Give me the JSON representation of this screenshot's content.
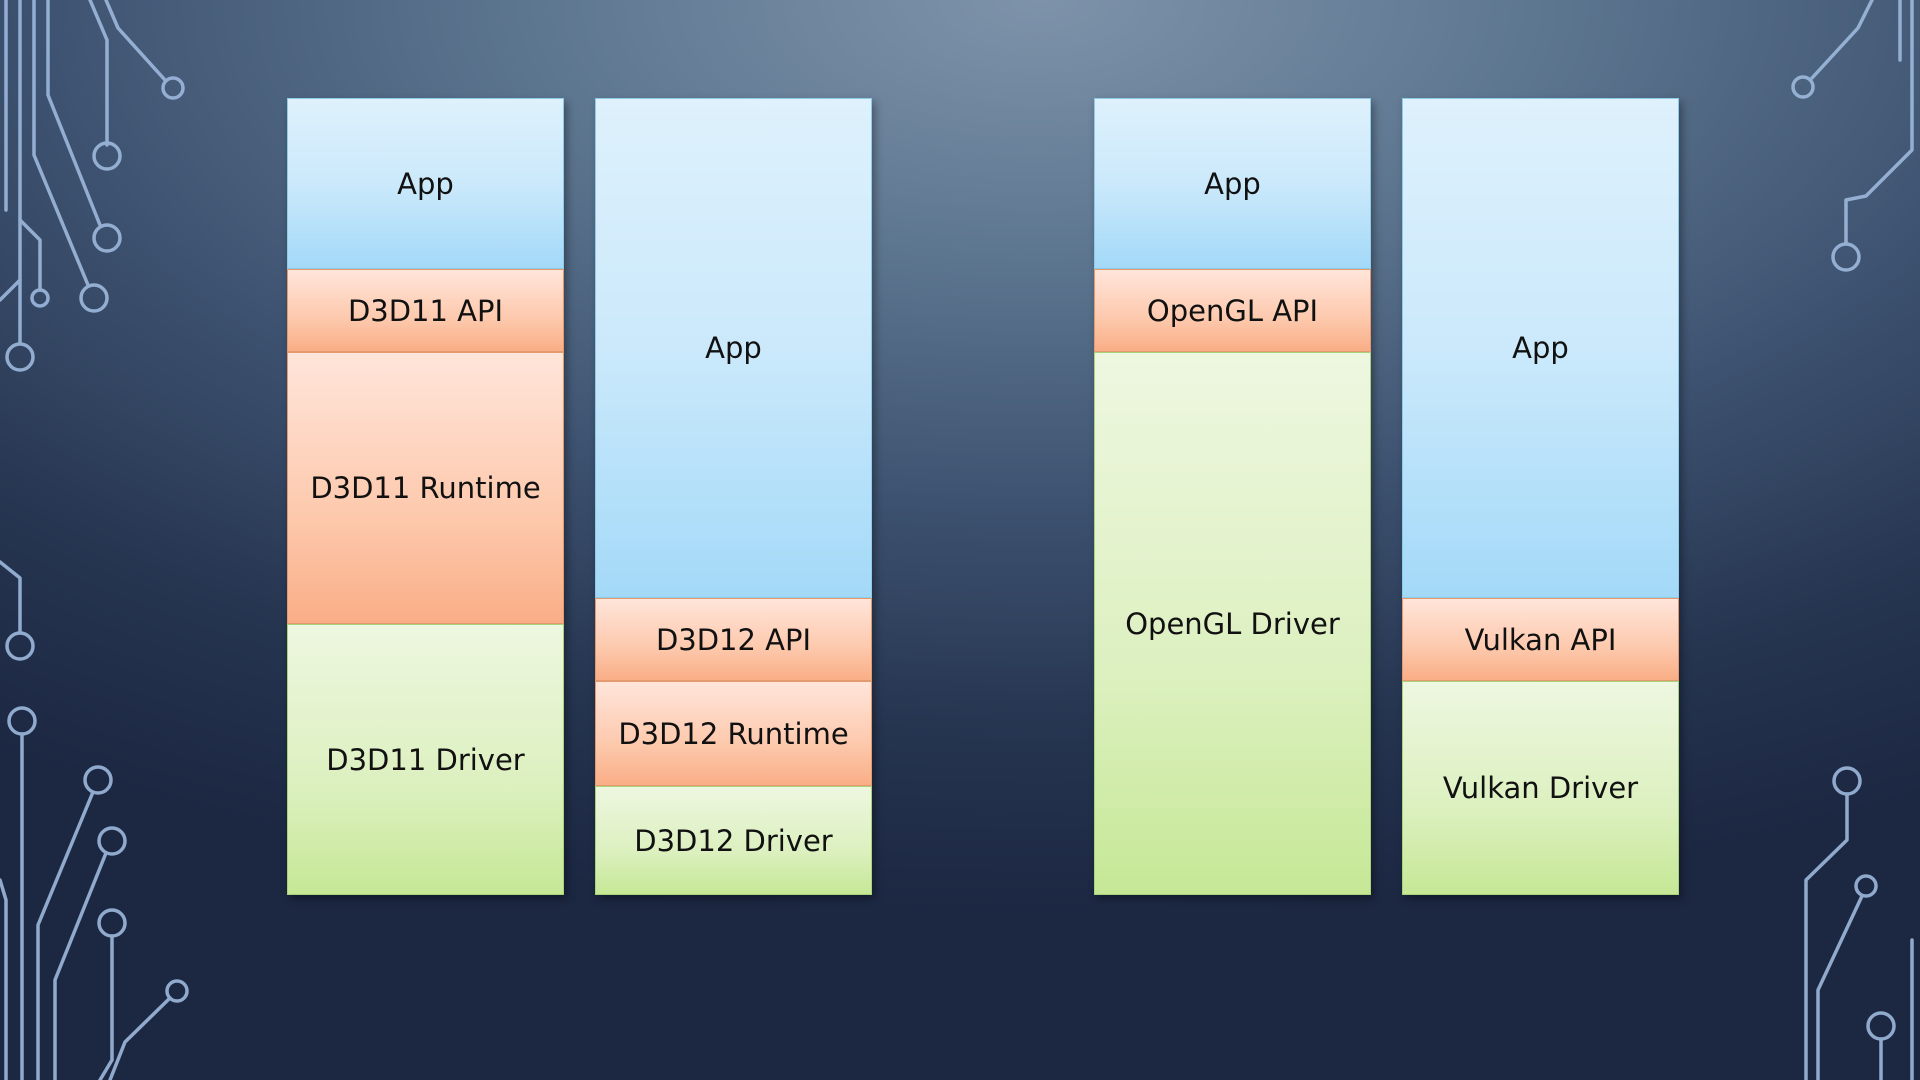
{
  "colors": {
    "app": "#cbe9fb",
    "api": "#fdc9ad",
    "driver": "#dcf0bf",
    "circuit": "#9db9dd"
  },
  "stacks": [
    {
      "name": "d3d11",
      "layers": [
        {
          "type": "app",
          "label": "App"
        },
        {
          "type": "api",
          "label": "D3D11 API"
        },
        {
          "type": "runtime",
          "label": "D3D11 Runtime"
        },
        {
          "type": "driver",
          "label": "D3D11 Driver"
        }
      ]
    },
    {
      "name": "d3d12",
      "layers": [
        {
          "type": "app",
          "label": "App"
        },
        {
          "type": "api",
          "label": "D3D12 API"
        },
        {
          "type": "runtime",
          "label": "D3D12 Runtime"
        },
        {
          "type": "driver",
          "label": "D3D12 Driver"
        }
      ]
    },
    {
      "name": "opengl",
      "layers": [
        {
          "type": "app",
          "label": "App"
        },
        {
          "type": "api",
          "label": "OpenGL API"
        },
        {
          "type": "driver",
          "label": "OpenGL Driver"
        }
      ]
    },
    {
      "name": "vulkan",
      "layers": [
        {
          "type": "app",
          "label": "App"
        },
        {
          "type": "api",
          "label": "Vulkan API"
        },
        {
          "type": "driver",
          "label": "Vulkan Driver"
        }
      ]
    }
  ]
}
